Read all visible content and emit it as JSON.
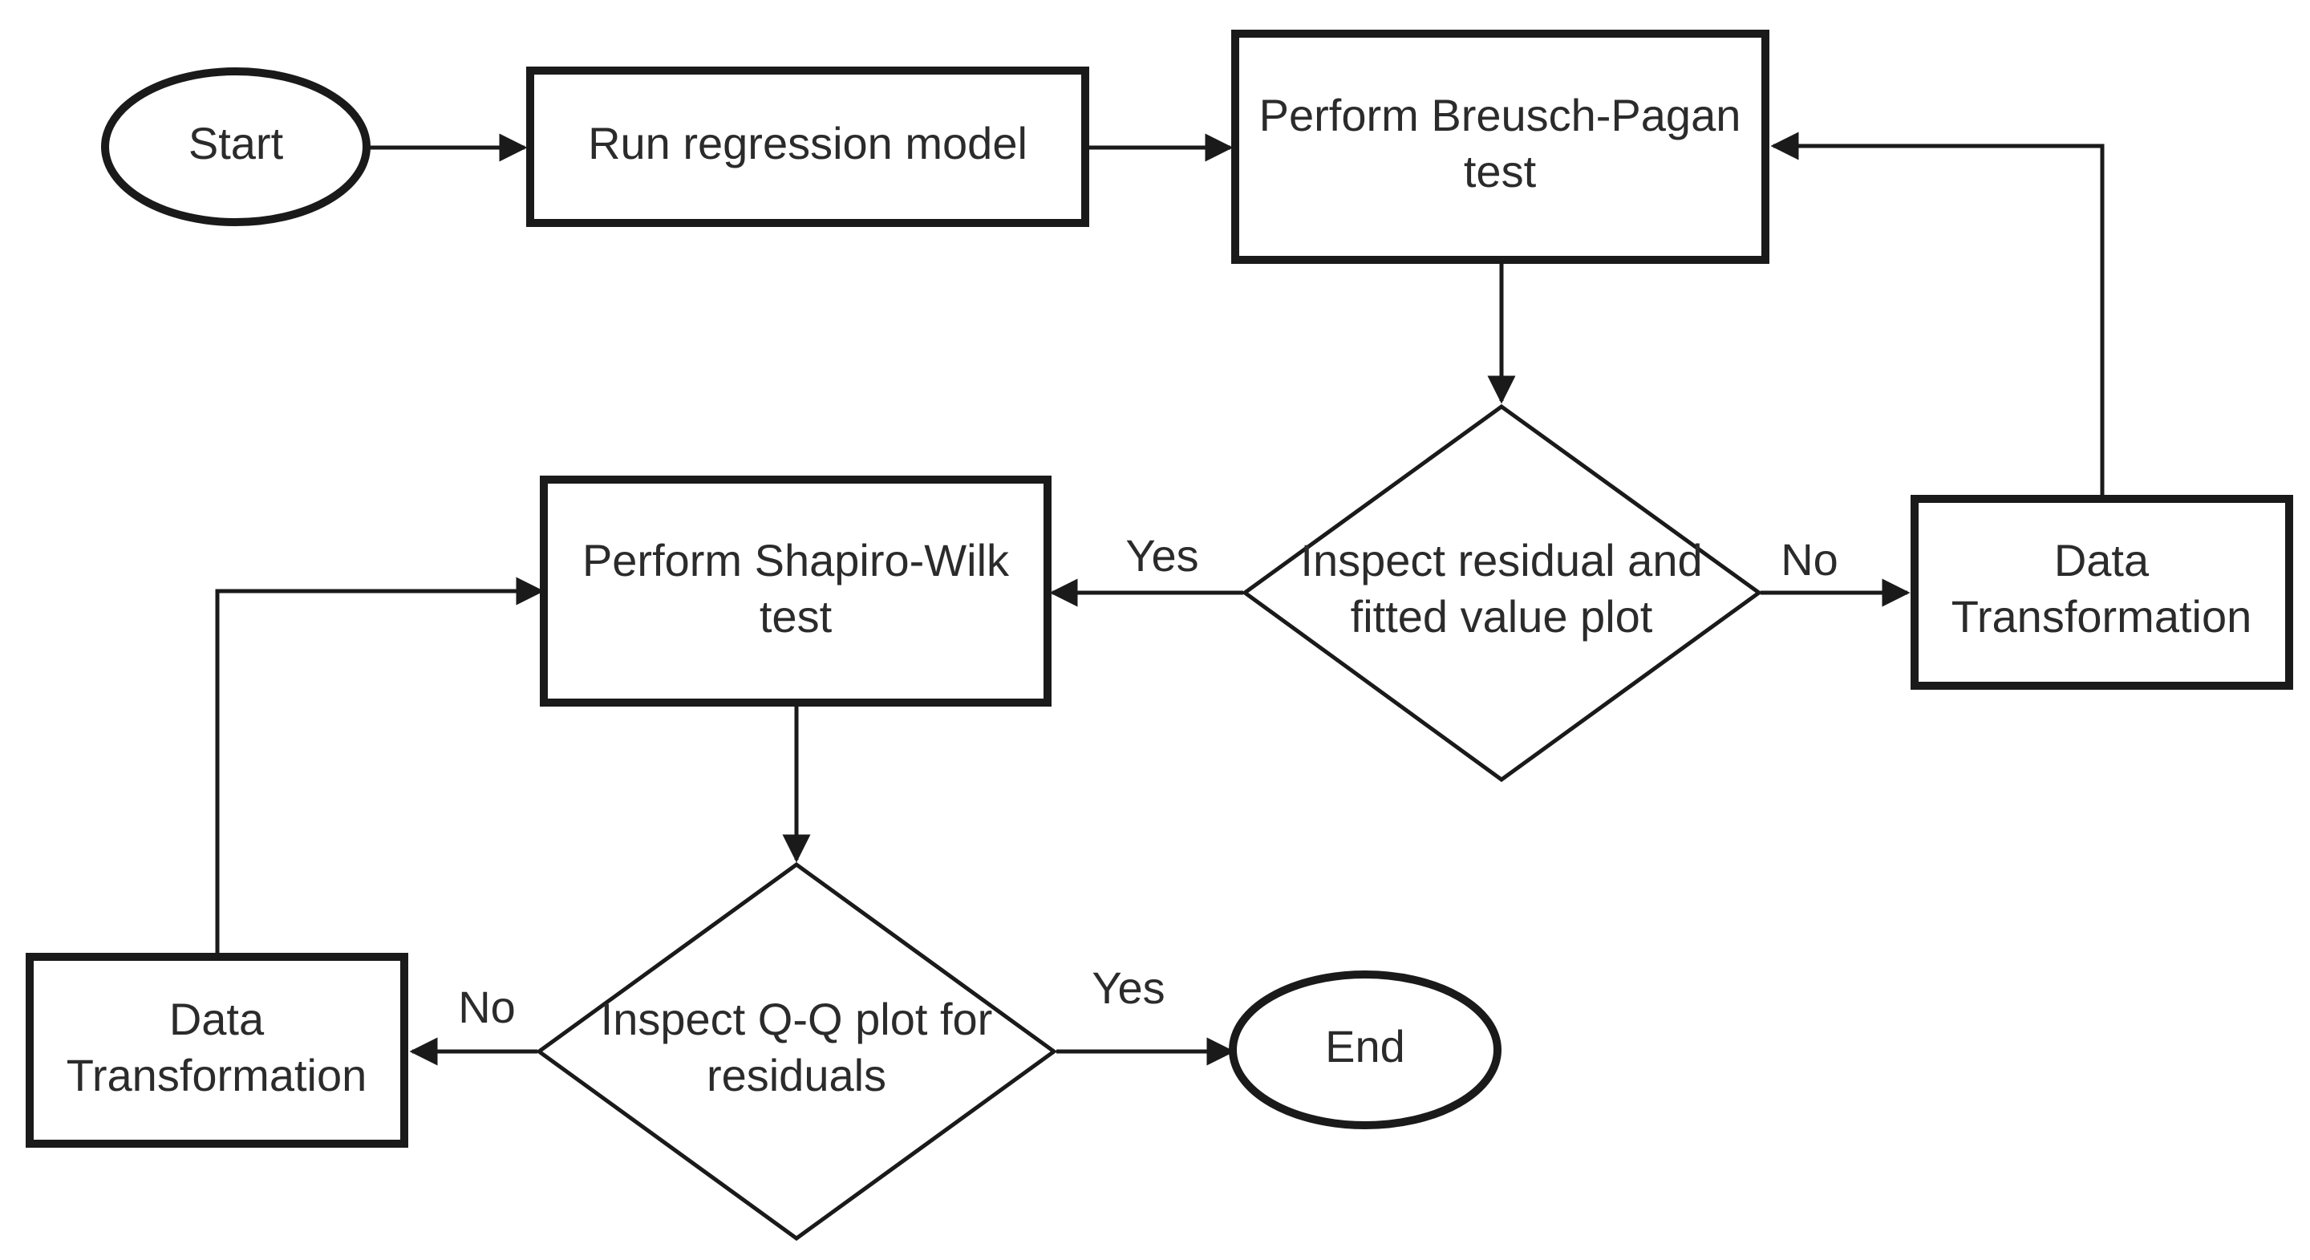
{
  "nodes": {
    "start": {
      "label": "Start",
      "shape": "ellipse"
    },
    "run_regression": {
      "label": "Run regression model",
      "shape": "rectangle"
    },
    "breusch_pagan": {
      "line1": "Perform Breusch-Pagan",
      "line2": "test",
      "shape": "rectangle"
    },
    "inspect_residual": {
      "line1": "Inspect residual and",
      "line2": "fitted value plot",
      "shape": "diamond"
    },
    "data_transform_right": {
      "line1": "Data",
      "line2": "Transformation",
      "shape": "rectangle"
    },
    "shapiro_wilk": {
      "line1": "Perform Shapiro-Wilk",
      "line2": "test",
      "shape": "rectangle"
    },
    "inspect_qq": {
      "line1": "Inspect Q-Q plot for",
      "line2": "residuals",
      "shape": "diamond"
    },
    "data_transform_left": {
      "line1": "Data",
      "line2": "Transformation",
      "shape": "rectangle"
    },
    "end": {
      "label": "End",
      "shape": "ellipse"
    }
  },
  "edges": [
    {
      "from": "start",
      "to": "run_regression",
      "label": ""
    },
    {
      "from": "run_regression",
      "to": "breusch_pagan",
      "label": ""
    },
    {
      "from": "breusch_pagan",
      "to": "inspect_residual",
      "label": ""
    },
    {
      "from": "inspect_residual",
      "to": "shapiro_wilk",
      "label": "Yes"
    },
    {
      "from": "inspect_residual",
      "to": "data_transform_right",
      "label": "No"
    },
    {
      "from": "data_transform_right",
      "to": "breusch_pagan",
      "label": ""
    },
    {
      "from": "shapiro_wilk",
      "to": "inspect_qq",
      "label": ""
    },
    {
      "from": "inspect_qq",
      "to": "end",
      "label": "Yes"
    },
    {
      "from": "inspect_qq",
      "to": "data_transform_left",
      "label": "No"
    },
    {
      "from": "data_transform_left",
      "to": "shapiro_wilk",
      "label": ""
    }
  ],
  "edge_labels": {
    "residual_yes": "Yes",
    "residual_no": "No",
    "qq_yes": "Yes",
    "qq_no": "No"
  },
  "colors": {
    "stroke": "#1a1a1a",
    "text": "#2b2b2b",
    "background": "#ffffff"
  }
}
